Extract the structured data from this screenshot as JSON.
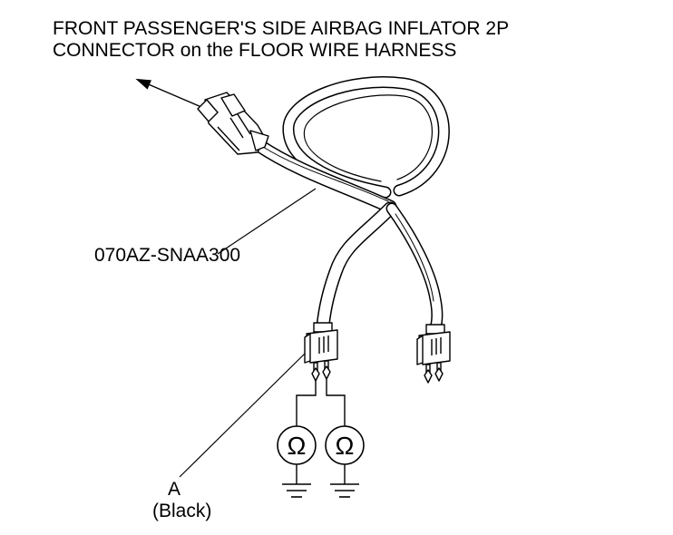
{
  "title": {
    "line1": "FRONT PASSENGER'S SIDE AIRBAG INFLATOR 2P",
    "line2": "CONNECTOR on the FLOOR WIRE HARNESS"
  },
  "part_number": "070AZ-SNAA300",
  "callout_a": {
    "letter": "A",
    "color_note": "(Black)"
  },
  "meters": [
    {
      "symbol": "Ω",
      "icon": "ohmmeter-icon"
    },
    {
      "symbol": "Ω",
      "icon": "ohmmeter-icon"
    }
  ],
  "grounds": [
    "ground-symbol-icon",
    "ground-symbol-icon"
  ]
}
